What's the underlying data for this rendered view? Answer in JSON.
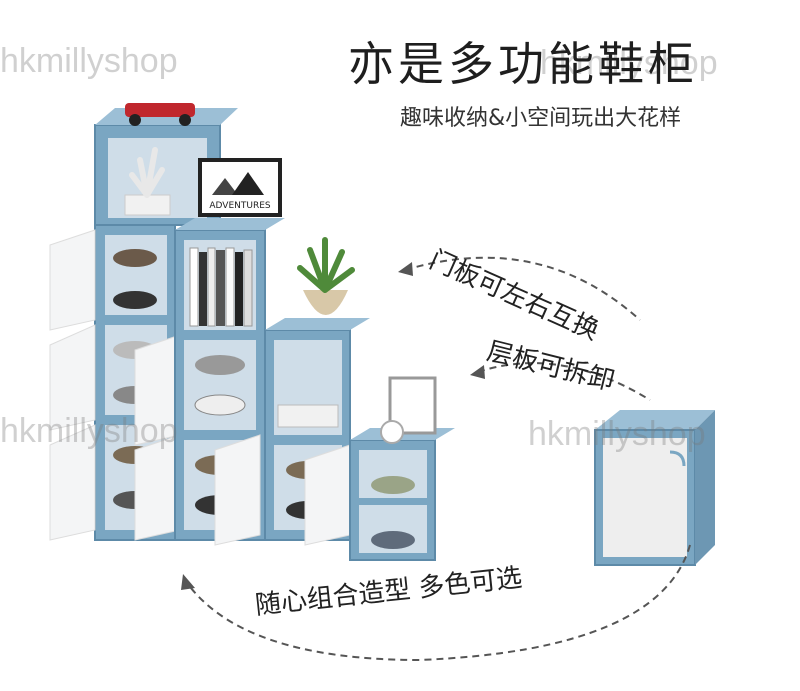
{
  "headline": {
    "title": "亦是多功能鞋柜",
    "subtitle": "趣味收纳&小空间玩出大花样"
  },
  "watermark": "hkmillyshop",
  "callouts": {
    "door_swap": "门板可左右互换",
    "shelf_removable": "层板可拆卸",
    "combo_colors": "随心组合造型 多色可选"
  },
  "sign_text": "ADVENTURES",
  "colors": {
    "cabinet_blue": "#7aa6c2",
    "cabinet_edge": "#5d8aa8",
    "interior": "#cfdde8",
    "door_white": "#f4f5f6",
    "arrow": "#555555"
  }
}
